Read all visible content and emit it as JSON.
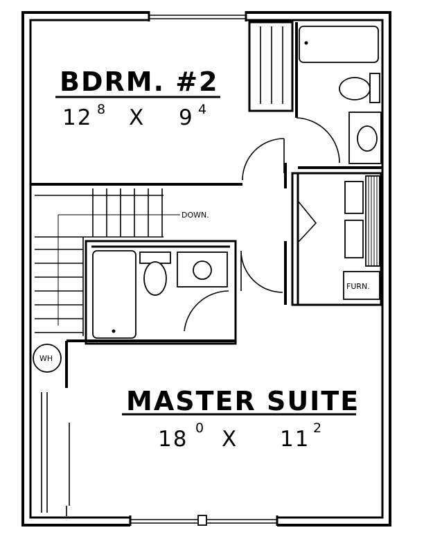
{
  "rooms": {
    "bedroom2": {
      "name": "BDRM. #2",
      "dim_a": "12",
      "dim_a_sup": "8",
      "times": "X",
      "dim_b": "9",
      "dim_b_sup": "4"
    },
    "master": {
      "name": "MASTER SUITE",
      "dim_a": "18",
      "dim_a_sup": "0",
      "times": "X",
      "dim_b": "11",
      "dim_b_sup": "2"
    }
  },
  "labels": {
    "stair_down": "DOWN.",
    "furnace": "FURN.",
    "water_heater": "WH"
  }
}
